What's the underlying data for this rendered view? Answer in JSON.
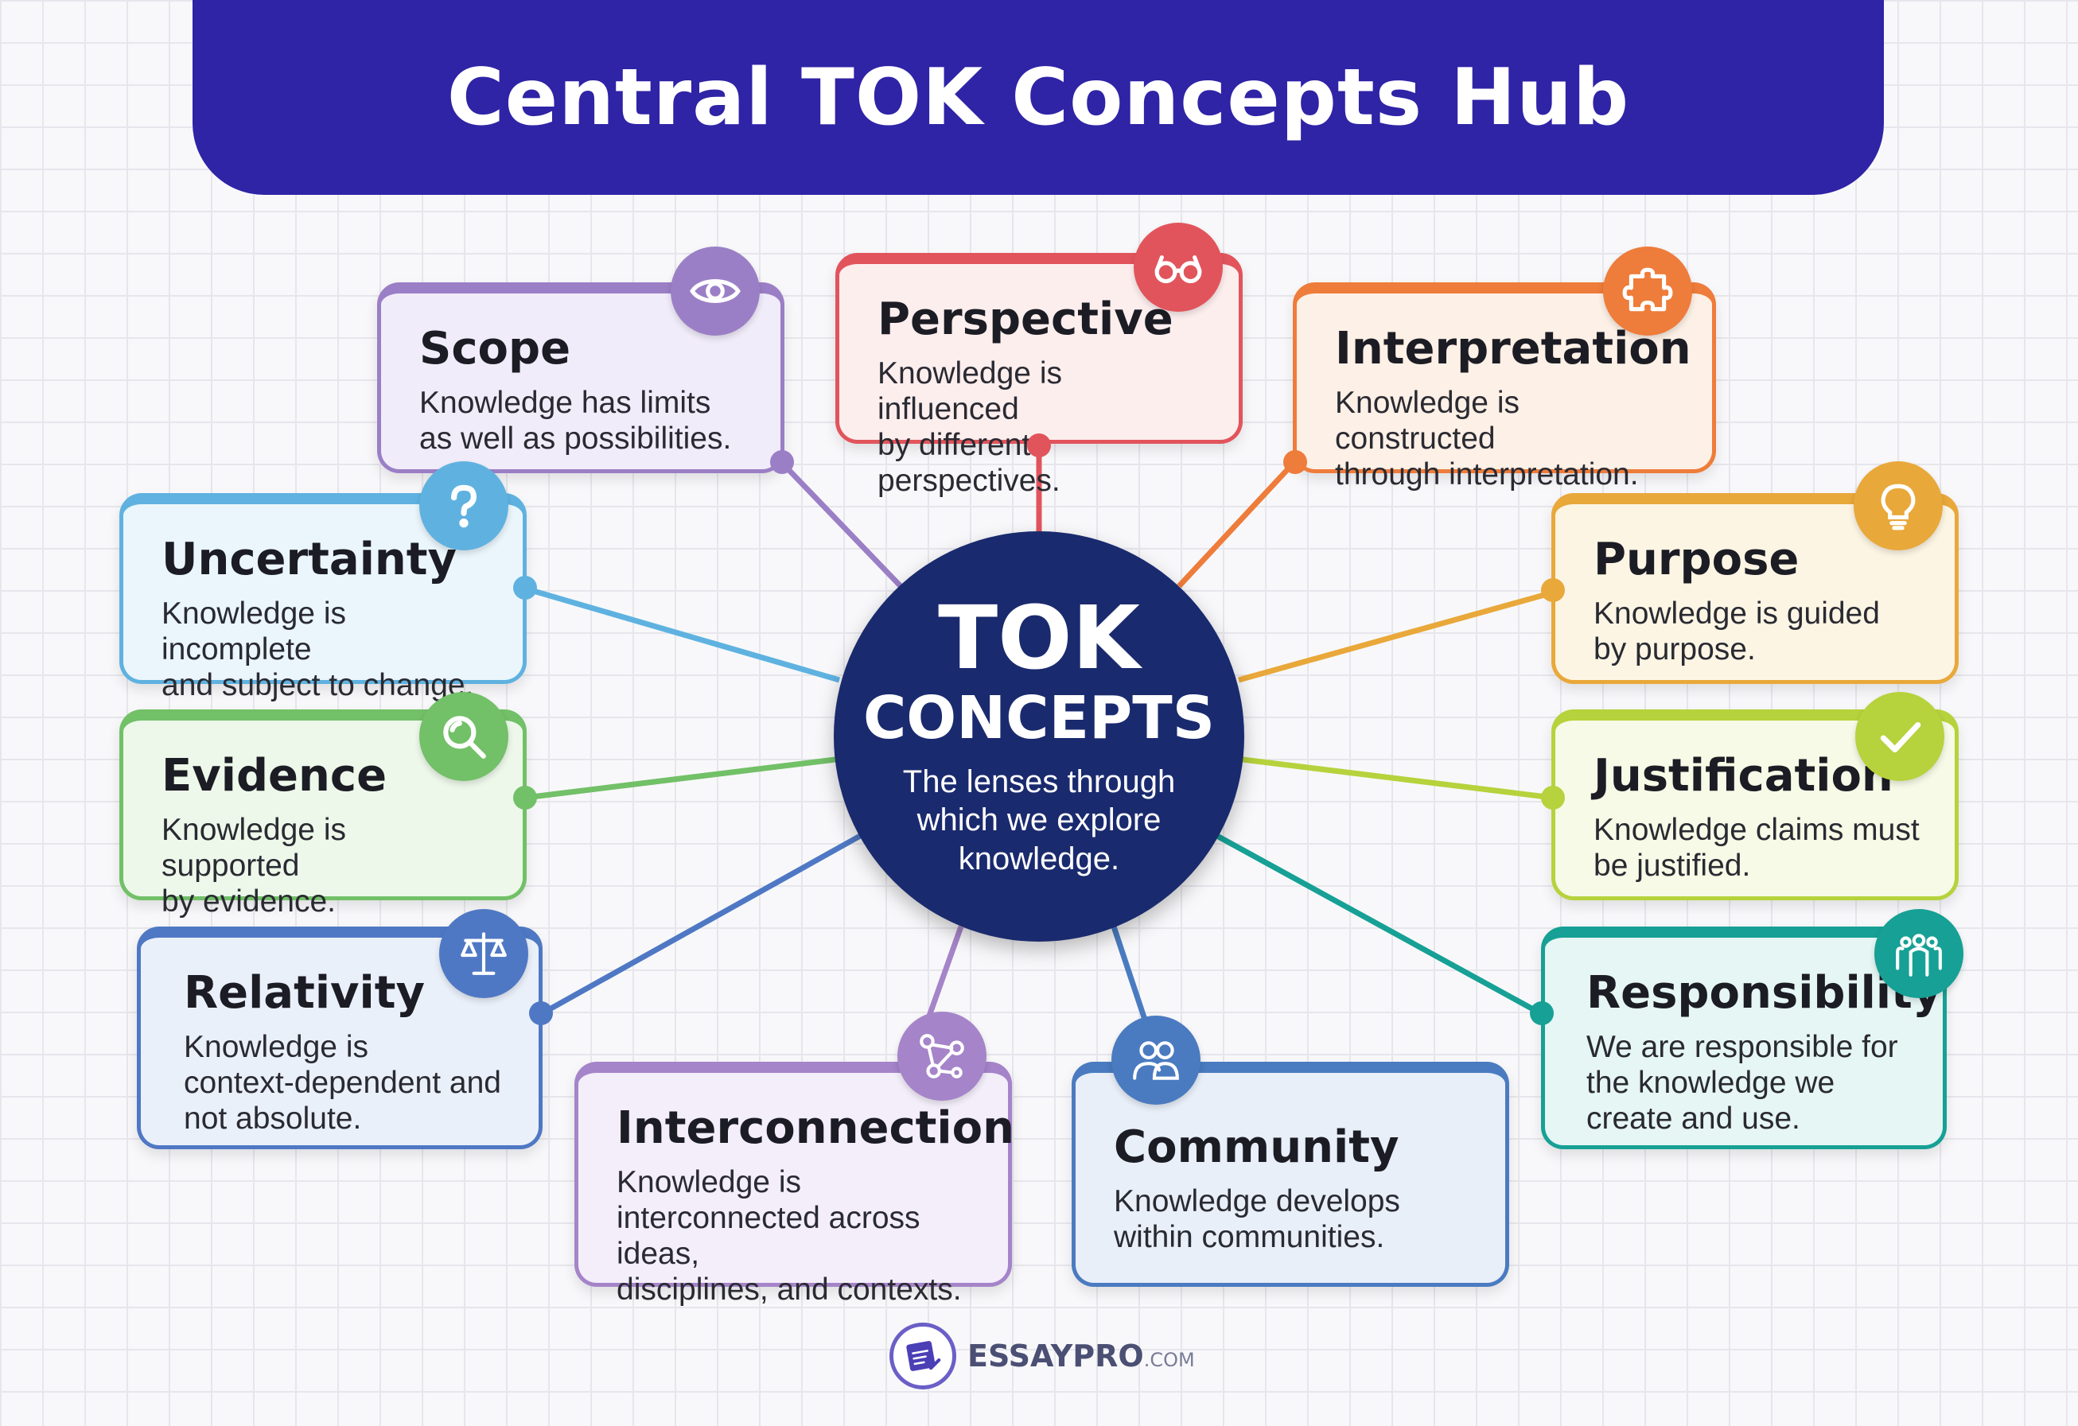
{
  "header": {
    "title": "Central TOK Concepts Hub"
  },
  "hub": {
    "title": "TOK",
    "subtitle": "CONCEPTS",
    "text": "The lenses through\nwhich we explore\nknowledge."
  },
  "concepts": [
    {
      "id": "scope",
      "title": "Scope",
      "text": "Knowledge has limits\nas well as possibilities.",
      "color": "#9b7fc6",
      "bg": "#f1ecfa",
      "icon": "eye-icon"
    },
    {
      "id": "perspective",
      "title": "Perspective",
      "text": "Knowledge is influenced\nby different perspectives.",
      "color": "#e2545c",
      "bg": "#fdeeee",
      "icon": "glasses-icon"
    },
    {
      "id": "interpretation",
      "title": "Interpretation",
      "text": "Knowledge is constructed\nthrough interpretation.",
      "color": "#ee7c3a",
      "bg": "#fdf0e6",
      "icon": "puzzle-icon"
    },
    {
      "id": "uncertainty",
      "title": "Uncertainty",
      "text": "Knowledge is incomplete\nand subject to change.",
      "color": "#5fb2e0",
      "bg": "#eaf6fc",
      "icon": "question-icon"
    },
    {
      "id": "purpose",
      "title": "Purpose",
      "text": "Knowledge is guided\nby purpose.",
      "color": "#e9a83a",
      "bg": "#fdf5e4",
      "icon": "lightbulb-icon"
    },
    {
      "id": "evidence",
      "title": "Evidence",
      "text": "Knowledge is supported\nby evidence.",
      "color": "#72c067",
      "bg": "#edf8ea",
      "icon": "magnifier-icon"
    },
    {
      "id": "justification",
      "title": "Justification",
      "text": "Knowledge claims must\nbe justified.",
      "color": "#b6d23c",
      "bg": "#f6fae6",
      "icon": "checkmark-icon"
    },
    {
      "id": "relativity",
      "title": "Relativity",
      "text": "Knowledge is\ncontext-dependent and\nnot absolute.",
      "color": "#4f78c4",
      "bg": "#eaf0fa",
      "icon": "scales-icon"
    },
    {
      "id": "interconnection",
      "title": "Interconnection",
      "text": "Knowledge is\ninterconnected across ideas,\ndisciplines, and contexts.",
      "color": "#a584c9",
      "bg": "#f3eefa",
      "icon": "network-icon"
    },
    {
      "id": "community",
      "title": "Community",
      "text": "Knowledge develops\nwithin communities.",
      "color": "#4a7bc0",
      "bg": "#e8eff9",
      "icon": "people-icon"
    },
    {
      "id": "responsibility",
      "title": "Responsibility",
      "text": "We are responsible for\nthe knowledge we\ncreate and use.",
      "color": "#17a095",
      "bg": "#e5f6f4",
      "icon": "raised-hands-icon"
    }
  ],
  "footer": {
    "brand": "ESSAYPRO",
    "suffix": ".COM",
    "icon": "essaypro-logo-icon"
  }
}
